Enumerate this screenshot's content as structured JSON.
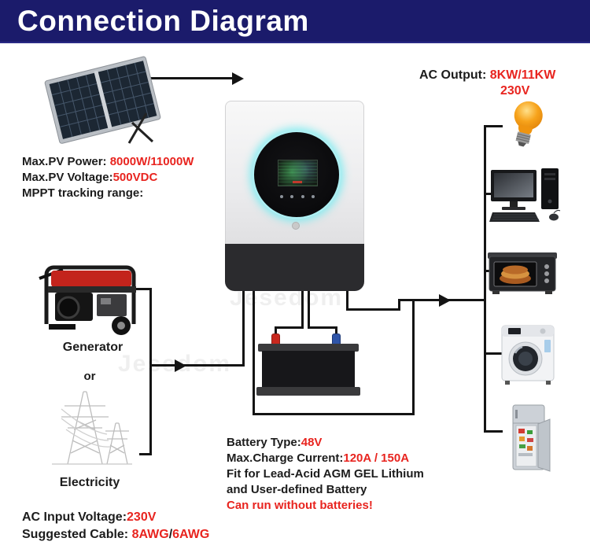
{
  "header": {
    "title": "Connection Diagram"
  },
  "pv_info": {
    "power_label": "Max.PV Power: ",
    "power_value": "8000W/11000W",
    "voltage_label": "Max.PV Voltage:",
    "voltage_value": "500VDC",
    "mppt_label": "MPPT tracking range:"
  },
  "ac_output": {
    "label": "AC Output: ",
    "value": "8KW/11KW",
    "voltage": "230V"
  },
  "sources": {
    "generator": "Generator",
    "or": "or",
    "electricity": "Electricity"
  },
  "battery_info": {
    "type_label": "Battery Type:",
    "type_value": "48V",
    "charge_label": "Max.Charge Current:",
    "charge_value": "120A / 150A",
    "fit_line1": "Fit for Lead-Acid AGM GEL Lithium",
    "fit_line2": "and User-defined Battery",
    "note": "Can run without batteries!"
  },
  "ac_input": {
    "voltage_label": "AC Input Voltage:",
    "voltage_value": "230V",
    "cable_label": "Suggested Cable: ",
    "cable_value_1": "8AWG",
    "cable_separator": "/",
    "cable_value_2": "6AWG"
  },
  "watermark": {
    "text": "Jesedom"
  },
  "icons": {
    "source_icons": [
      "solar-panel",
      "generator",
      "electricity-pylon"
    ],
    "device_icon": "hybrid-inverter",
    "storage_icon": "battery",
    "appliance_icons": [
      "light-bulb",
      "desktop-computer",
      "electric-oven",
      "washing-machine",
      "refrigerator"
    ]
  },
  "colors": {
    "header_bg": "#1b1b6b",
    "accent_red": "#e8241f",
    "text_black": "#1c1c1c",
    "wire_black": "#141414",
    "inverter_glow": "#8aeef2"
  }
}
